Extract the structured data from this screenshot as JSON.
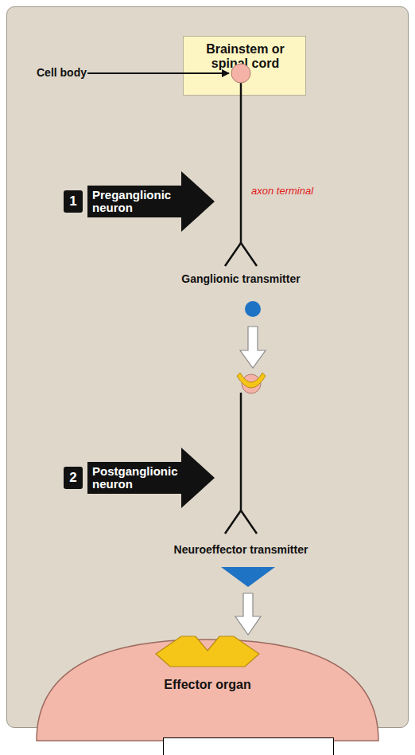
{
  "diagram": {
    "nodes": [
      {
        "text": [
          "Brainstem or spinal cord"
        ]
      },
      {
        "text": [
          "1",
          "Preganglionic neuron"
        ]
      },
      {
        "text": [
          "2",
          "Postganglionic neuron"
        ]
      },
      {
        "text": [
          "Effector organ"
        ]
      }
    ],
    "labels": [
      "Cell body",
      "axon terminal",
      "Ganglionic transmitter",
      "Neuroeffector transmitter"
    ]
  }
}
